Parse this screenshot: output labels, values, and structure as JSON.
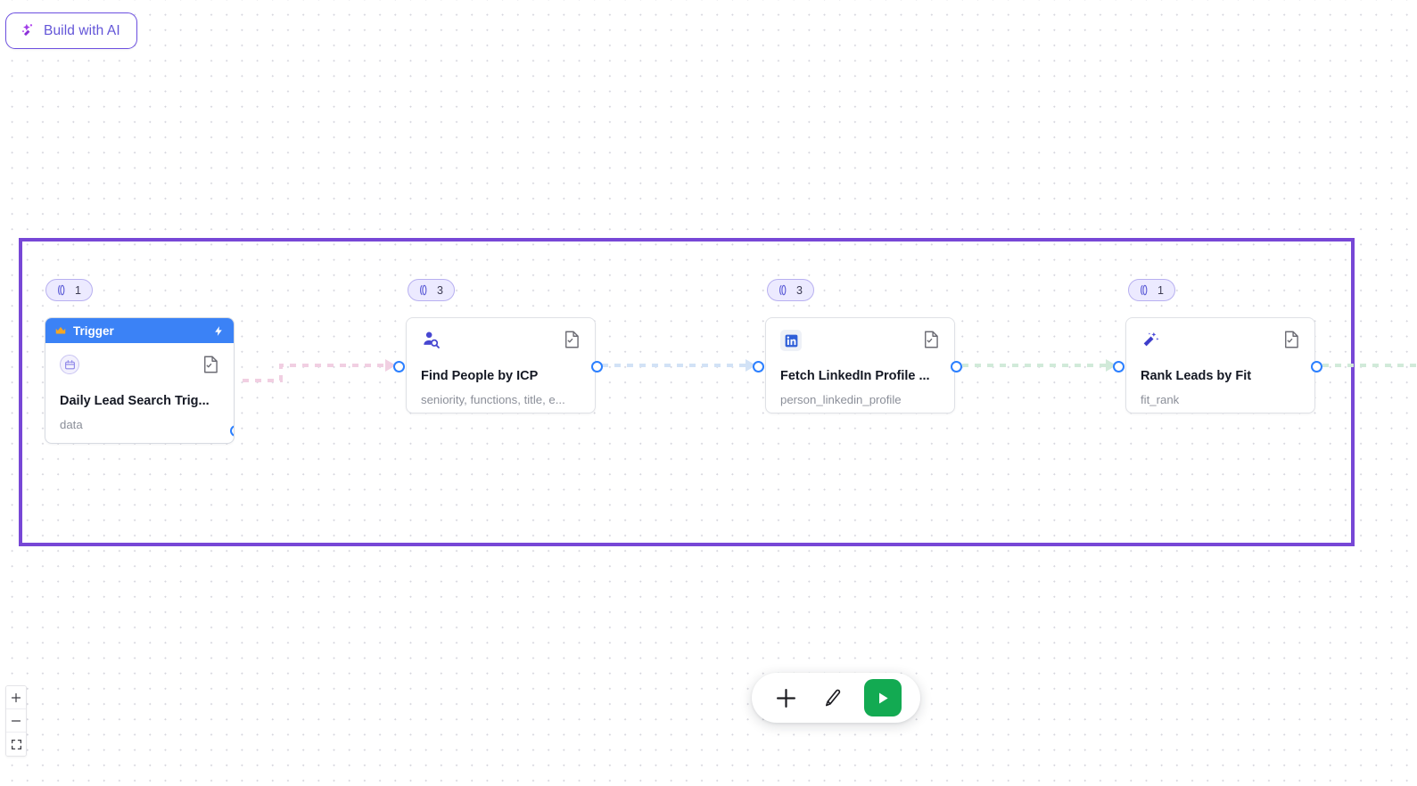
{
  "app": {
    "build_with_ai_label": "Build with AI"
  },
  "nodes": [
    {
      "id": "trigger",
      "badge_count": "1",
      "header_label": "Trigger",
      "title": "Daily Lead Search Trig...",
      "subtitle": "data",
      "icon": "calendar-icon",
      "header_icon": "crown-icon",
      "header_action_icon": "lightning-icon",
      "doc_icon": "document-check-icon"
    },
    {
      "id": "find-people",
      "badge_count": "3",
      "title": "Find People by ICP",
      "subtitle": "seniority, functions, title, e...",
      "icon": "person-search-icon",
      "doc_icon": "document-check-icon"
    },
    {
      "id": "fetch-linkedin",
      "badge_count": "3",
      "title": "Fetch LinkedIn Profile ...",
      "subtitle": "person_linkedin_profile",
      "icon": "linkedin-icon",
      "doc_icon": "document-check-icon"
    },
    {
      "id": "rank-leads",
      "badge_count": "1",
      "title": "Rank Leads by Fit",
      "subtitle": "fit_rank",
      "icon": "magic-wand-icon",
      "doc_icon": "document-check-icon"
    }
  ],
  "edges": [
    {
      "from": "trigger",
      "to": "find-people",
      "color": "#f0cfe0",
      "style": "dashed"
    },
    {
      "from": "find-people",
      "to": "fetch-linkedin",
      "color": "#cfe0f5",
      "style": "dashed"
    },
    {
      "from": "fetch-linkedin",
      "to": "rank-leads",
      "color": "#cfead8",
      "style": "dashed"
    },
    {
      "from": "rank-leads",
      "to": "offscreen",
      "color": "#cfead8",
      "style": "dashed"
    }
  ],
  "selection": {
    "border_color": "#7747d6"
  },
  "zoom_controls": {
    "zoom_in_label": "+",
    "zoom_out_label": "−",
    "fit_view_label": "fit-view"
  },
  "toolbar": {
    "add_label": "add-node",
    "edit_label": "edit",
    "run_label": "run-workflow"
  },
  "colors": {
    "accent_purple": "#6c4fe0",
    "trigger_blue": "#3b82f6",
    "run_green": "#13aa52",
    "port_blue": "#2b7fff",
    "badge_bg": "#eceaff"
  }
}
